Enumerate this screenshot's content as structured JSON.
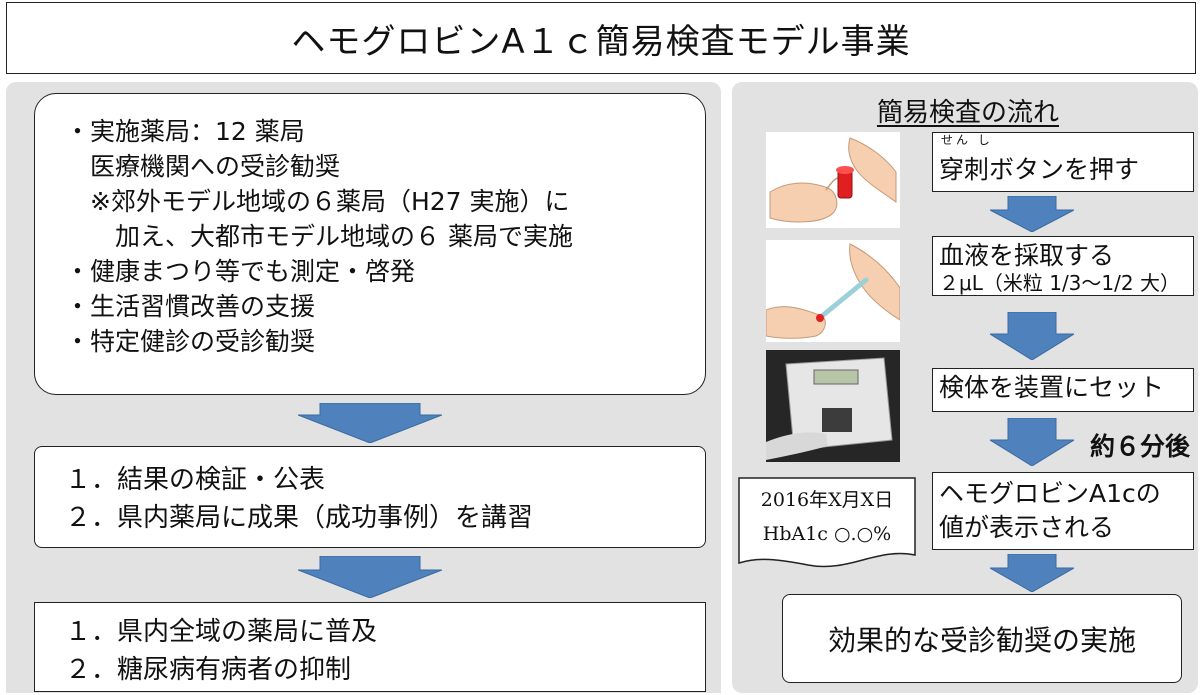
{
  "title": "ヘモグロビンA１ｃ簡易検査モデル事業",
  "implementation": {
    "lines": [
      "・実施薬局：12 薬局",
      "　医療機関への受診勧奨",
      "　※郊外モデル地域の６薬局（H27 実施）に",
      "　　加え、大都市モデル地域の６ 薬局で実施",
      "・健康まつり等でも測定・啓発",
      "・生活習慣改善の支援",
      "・特定健診の受診勧奨"
    ]
  },
  "results": {
    "lines": [
      "１．結果の検証・公表",
      "２．県内薬局に成果（成功事例）を講習"
    ]
  },
  "spread": {
    "lines": [
      "１．県内全域の薬局に普及",
      "２．糖尿病有病者の抑制"
    ]
  },
  "flow": {
    "title": "簡易検査の流れ",
    "step1_ruby": "せん し",
    "step1": "穿刺ボタンを押す",
    "step2": "血液を採取する",
    "step2_sub": "２μL（米粒 1/3〜1/2 大）",
    "step3": "検体を装置にセット",
    "wait": "約６分後",
    "step4_line1": "ヘモグロビンA1cの",
    "step4_line2": "値が表示される",
    "receipt_line1": "2016年X月X日",
    "receipt_line2": "HbA1c ○.○%",
    "final": "効果的な受診勧奨の実施"
  },
  "colors": {
    "arrow": "#4f81bd",
    "panel": "#e2e2e2",
    "border": "#222222"
  }
}
